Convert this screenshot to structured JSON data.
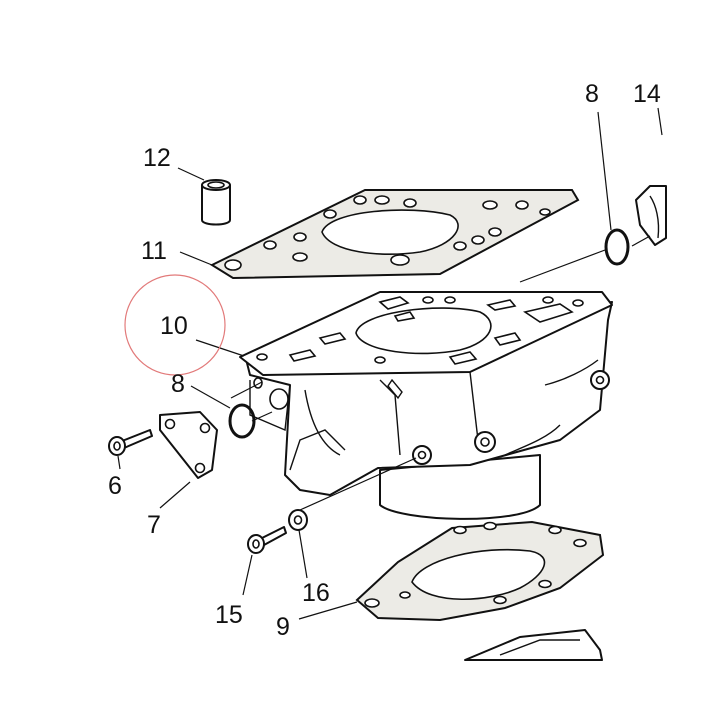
{
  "highlight_color": "#e27a7a",
  "line_color": "#111111",
  "gasket_fill": "#ecebe6",
  "callouts": {
    "c6": "6",
    "c7": "7",
    "c8_top": "8",
    "c8_left": "8",
    "c9": "9",
    "c10": "10",
    "c11": "11",
    "c12": "12",
    "c14": "14",
    "c15": "15",
    "c16": "16"
  }
}
